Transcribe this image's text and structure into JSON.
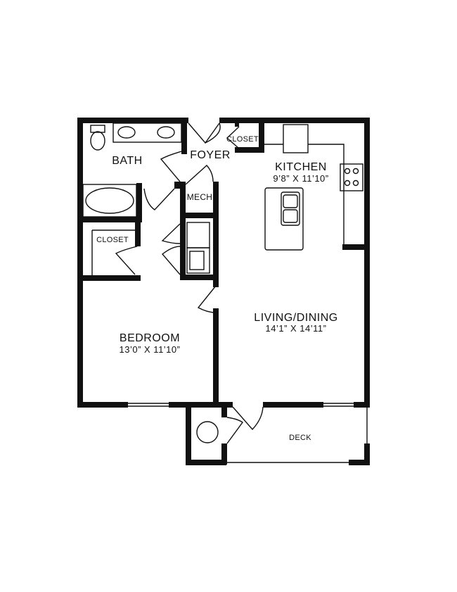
{
  "floorplan": {
    "colors": {
      "wall": "#111111",
      "background": "#ffffff"
    },
    "rooms": {
      "bath": {
        "name": "BATH"
      },
      "foyer": {
        "name": "FOYER"
      },
      "closet_foyer": {
        "name": "CLOSET"
      },
      "kitchen": {
        "name": "KITCHEN",
        "dimensions": "9’8” X 11’10”"
      },
      "mech": {
        "name": "MECH"
      },
      "closet_bedroom": {
        "name": "CLOSET"
      },
      "living_dining": {
        "name": "LIVING/DINING",
        "dimensions": "14’1” X 14’11”"
      },
      "bedroom": {
        "name": "BEDROOM",
        "dimensions": "13’0” X 11’10”"
      },
      "deck": {
        "name": "DECK"
      }
    }
  }
}
